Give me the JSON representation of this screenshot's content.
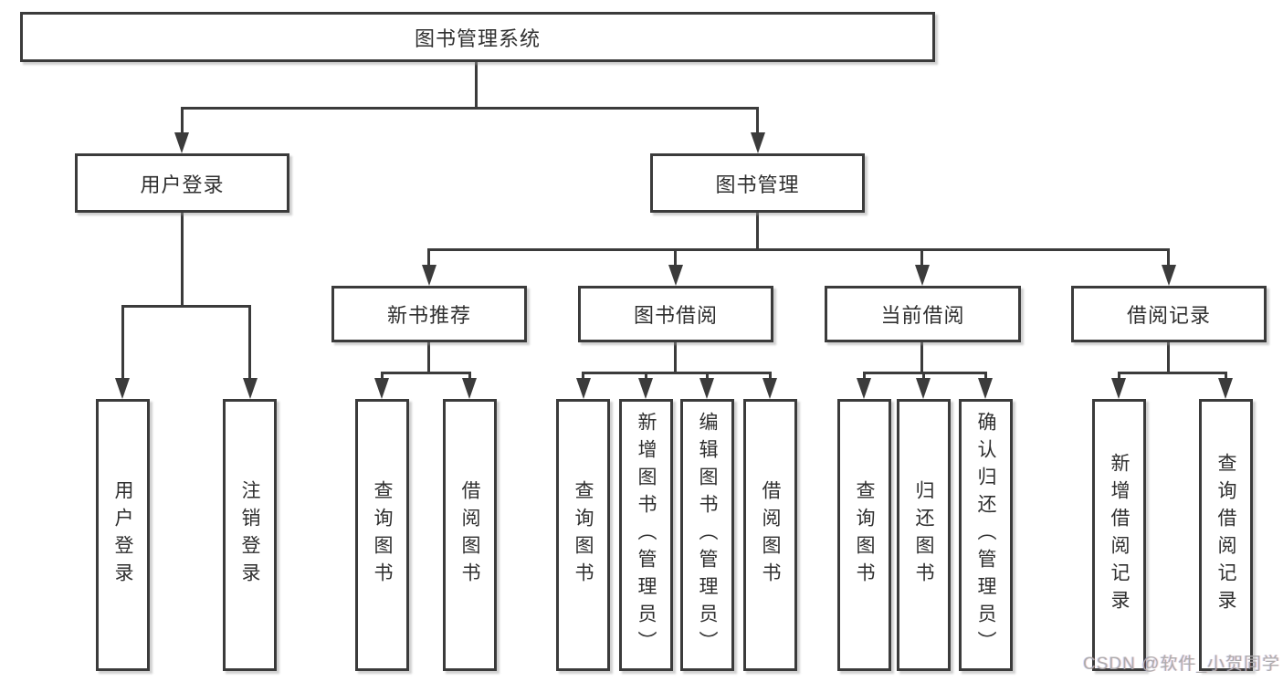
{
  "root": {
    "label": "图书管理系统"
  },
  "branches": [
    {
      "label": "用户登录",
      "children": [
        {
          "label": "用户登录"
        },
        {
          "label": "注销登录"
        }
      ]
    },
    {
      "label": "图书管理",
      "children": [
        {
          "label": "新书推荐",
          "children": [
            {
              "label": "查询图书"
            },
            {
              "label": "借阅图书"
            }
          ]
        },
        {
          "label": "图书借阅",
          "children": [
            {
              "label": "查询图书"
            },
            {
              "label": "新增图书（管理员）"
            },
            {
              "label": "编辑图书（管理员）"
            },
            {
              "label": "借阅图书"
            }
          ]
        },
        {
          "label": "当前借阅",
          "children": [
            {
              "label": "查询图书"
            },
            {
              "label": "归还图书"
            },
            {
              "label": "确认归还（管理员）"
            }
          ]
        },
        {
          "label": "借阅记录",
          "children": [
            {
              "label": "新增借阅记录"
            },
            {
              "label": "查询借阅记录"
            }
          ]
        }
      ]
    }
  ],
  "watermark": {
    "text": "CSDN @软件_小贺同学"
  },
  "colors": {
    "line": "#3b3b3b",
    "text": "#2f2f2f",
    "background": "#ffffff",
    "watermark": "#aaaaaa"
  }
}
